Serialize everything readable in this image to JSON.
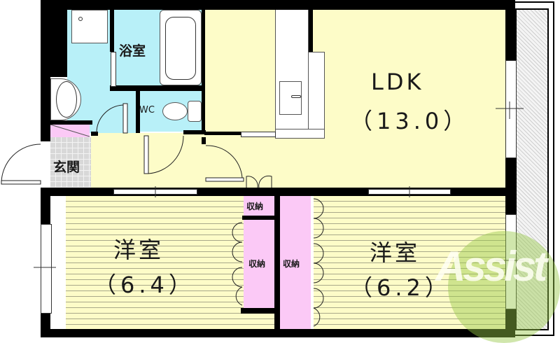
{
  "floor_plan": {
    "rooms": {
      "ldk": {
        "name": "LDK",
        "size": "（13.0）"
      },
      "bathroom": {
        "name": "浴室"
      },
      "toilet": {
        "name": "WC"
      },
      "entrance": {
        "name": "玄関"
      },
      "western_room_left": {
        "name": "洋室",
        "size": "（6.4）"
      },
      "western_room_right": {
        "name": "洋室",
        "size": "（6.2）"
      },
      "closet_small": {
        "name": "収納"
      },
      "closet_left": {
        "name": "収納"
      },
      "closet_right": {
        "name": "収納"
      }
    },
    "watermark": {
      "text": "Assist"
    },
    "colors": {
      "ldk_floor": "#fdfcc8",
      "wet_area": "#b8f0f8",
      "closet": "#fbc9f6",
      "walls": "#000000",
      "watermark_green": "#a6cf5a",
      "watermark_red": "#e07c7c"
    }
  }
}
